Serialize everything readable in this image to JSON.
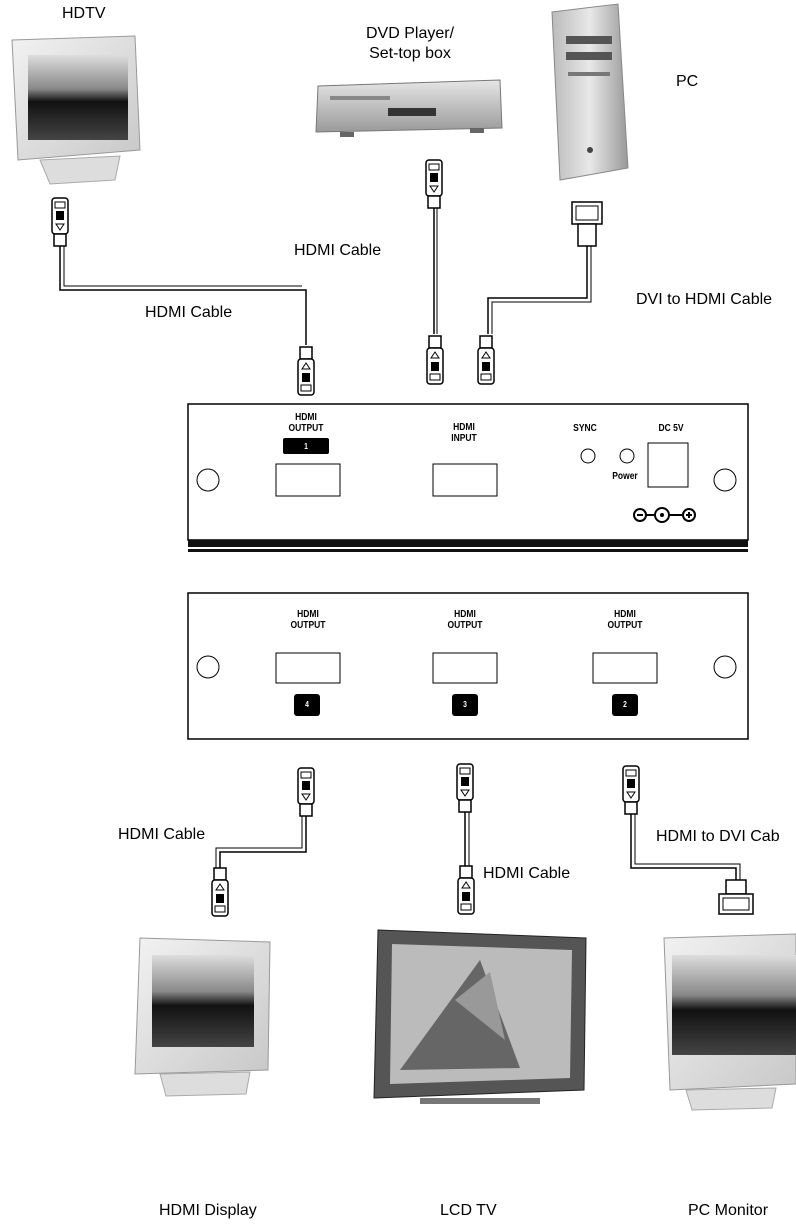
{
  "devices": {
    "hdtv": "HDTV",
    "dvd": "DVD Player/\nSet-top box",
    "dvd_line1": "DVD Player/",
    "dvd_line2": "Set-top box",
    "pc": "PC",
    "hdmi_display": "HDMI Display",
    "lcd_tv": "LCD TV",
    "pc_monitor": "PC Monitor"
  },
  "cables": {
    "top_center": "HDMI Cable",
    "top_left": "HDMI Cable",
    "top_right": "DVI to HDMI Cable",
    "bottom_left": "HDMI Cable",
    "bottom_center": "HDMI Cable",
    "bottom_right": "HDMI to DVI Cab"
  },
  "front_panel": {
    "output_label_1": "HDMI",
    "output_label_2": "OUTPUT",
    "output_port_number": "1",
    "input_label_1": "HDMI",
    "input_label_2": "INPUT",
    "sync_label": "SYNC",
    "power_label": "Power",
    "dc_label": "DC 5V"
  },
  "rear_panel": {
    "ports": [
      {
        "label_1": "HDMI",
        "label_2": "OUTPUT",
        "number": "4"
      },
      {
        "label_1": "HDMI",
        "label_2": "OUTPUT",
        "number": "3"
      },
      {
        "label_1": "HDMI",
        "label_2": "OUTPUT",
        "number": "2"
      }
    ]
  }
}
